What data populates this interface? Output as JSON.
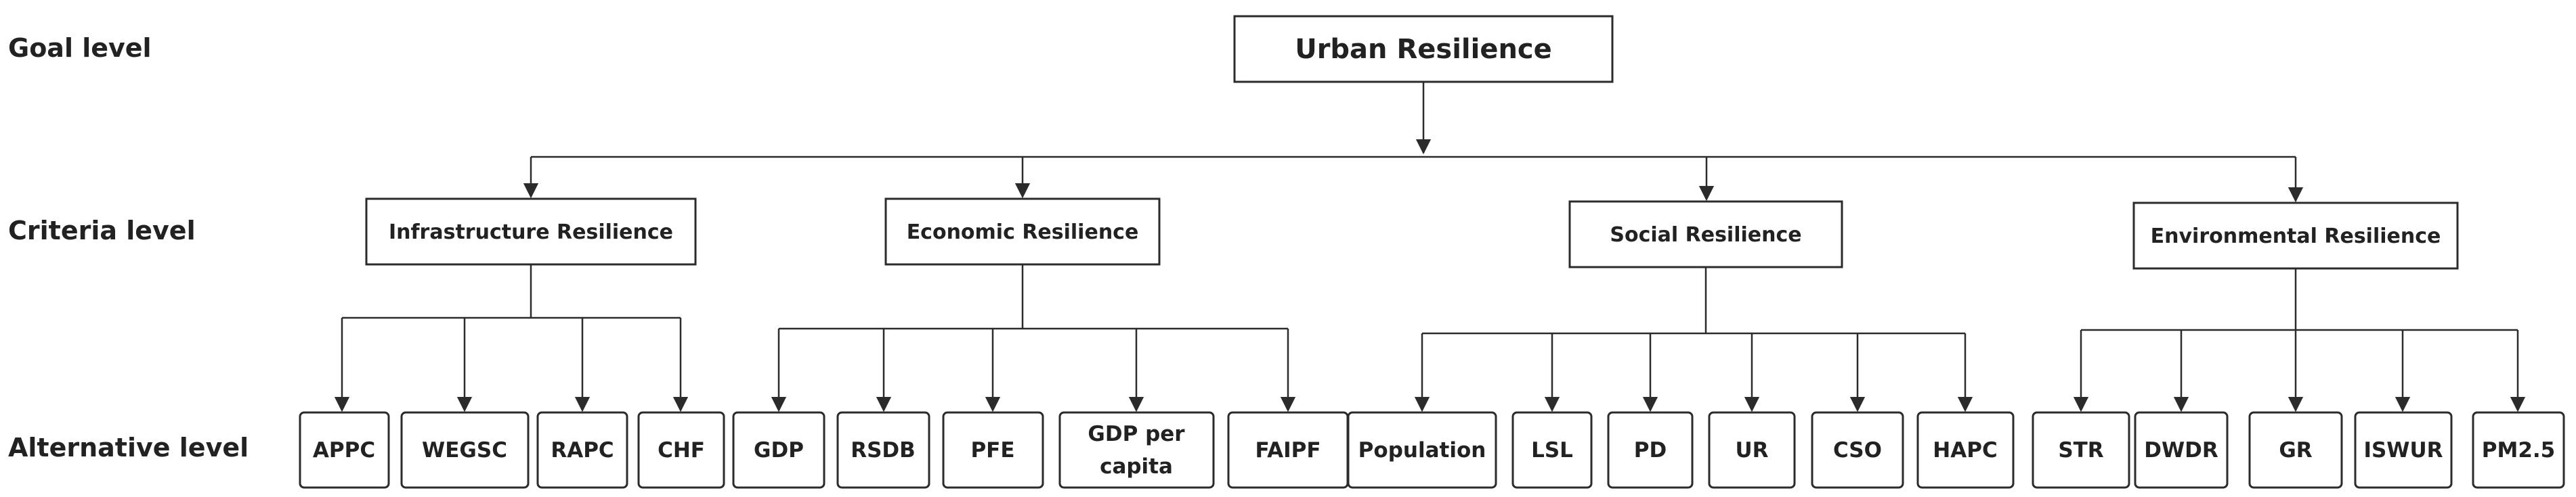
{
  "levels": {
    "goal": "Goal level",
    "criteria": "Criteria level",
    "alternative": "Alternative level"
  },
  "goal": {
    "label": "Urban Resilience"
  },
  "criteria": [
    {
      "label": "Infrastructure Resilience",
      "alternatives": [
        "APPC",
        "WEGSC",
        "RAPC",
        "CHF"
      ]
    },
    {
      "label": "Economic Resilience",
      "alternatives": [
        "GDP",
        "RSDB",
        "PFE",
        "GDP per capita",
        "FAIPF"
      ]
    },
    {
      "label": "Social Resilience",
      "alternatives": [
        "Population",
        "LSL",
        "PD",
        "UR",
        "CSO",
        "HAPC"
      ]
    },
    {
      "label": "Environmental Resilience",
      "alternatives": [
        "STR",
        "DWDR",
        "GR",
        "ISWUR",
        "PM2.5"
      ]
    }
  ]
}
